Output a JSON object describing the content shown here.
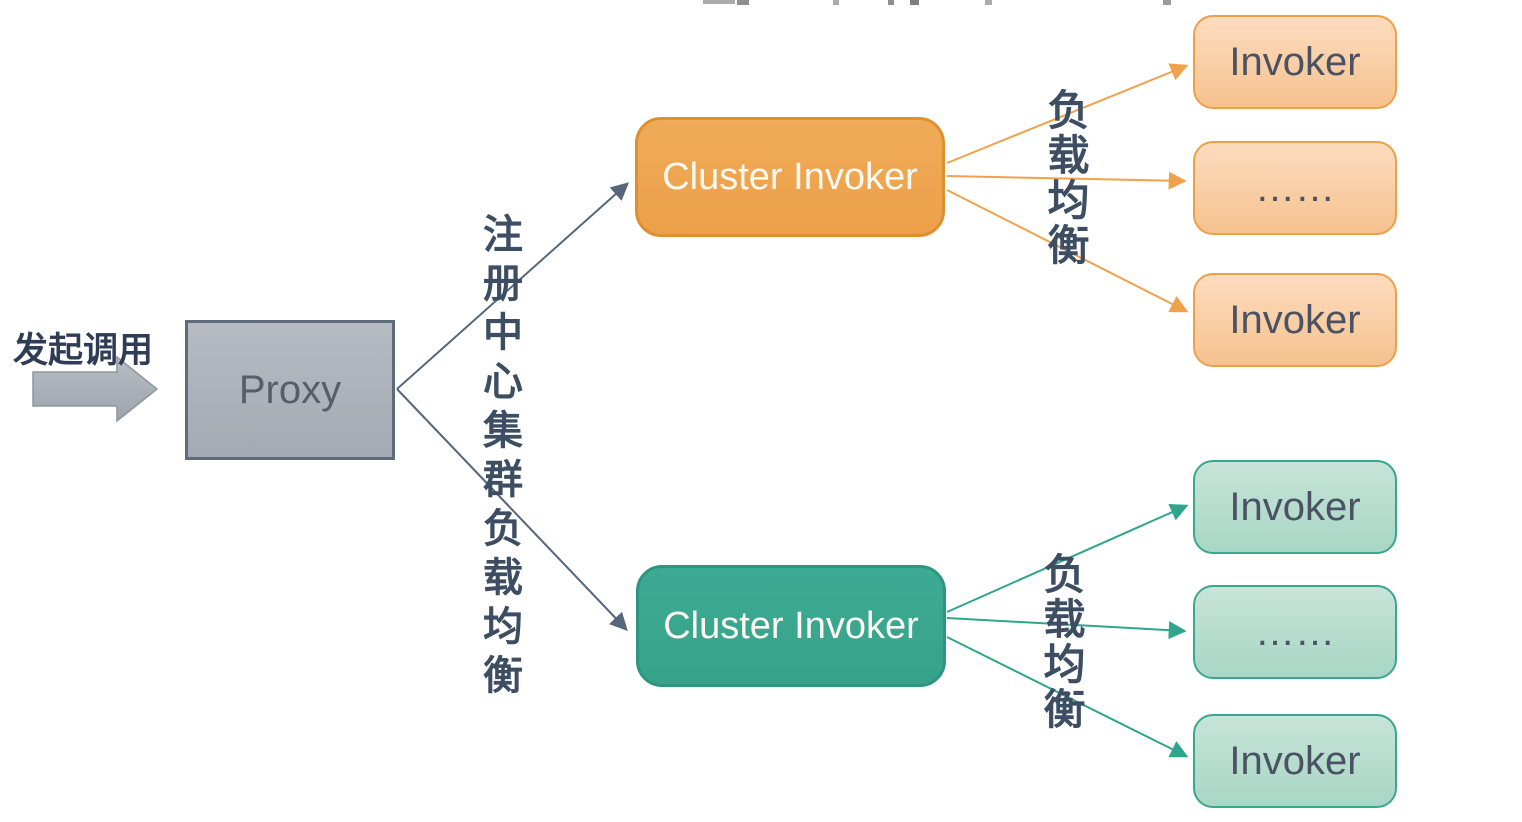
{
  "diagram": {
    "caller_label": "发起调用",
    "proxy": {
      "label": "Proxy"
    },
    "registry_label": "注册中心集群负载均衡",
    "top_cluster": {
      "label": "Cluster Invoker",
      "lb_label": "负载均衡",
      "invokers": [
        "Invoker",
        "……",
        "Invoker"
      ]
    },
    "bottom_cluster": {
      "label": "Cluster Invoker",
      "lb_label": "负载均衡",
      "invokers": [
        "Invoker",
        "……",
        "Invoker"
      ]
    },
    "colors": {
      "cluster_orange_fill": "#EFA751",
      "cluster_orange_border": "#DF8F2E",
      "invoker_orange_fill": "#F9CEA6",
      "invoker_orange_border": "#ECA04A",
      "cluster_teal_fill": "#3BA78F",
      "cluster_teal_border": "#2D9680",
      "invoker_teal_fill": "#B8DECF",
      "invoker_teal_border": "#3AA68E",
      "proxy_fill": "#ADB2BB",
      "proxy_border": "#5D6C7B",
      "slate_line": "#56677C",
      "orange_line": "#F0A14B",
      "teal_line": "#2FA68C",
      "dark_text": "#3D4E63",
      "box_text": "#4A5264"
    }
  }
}
